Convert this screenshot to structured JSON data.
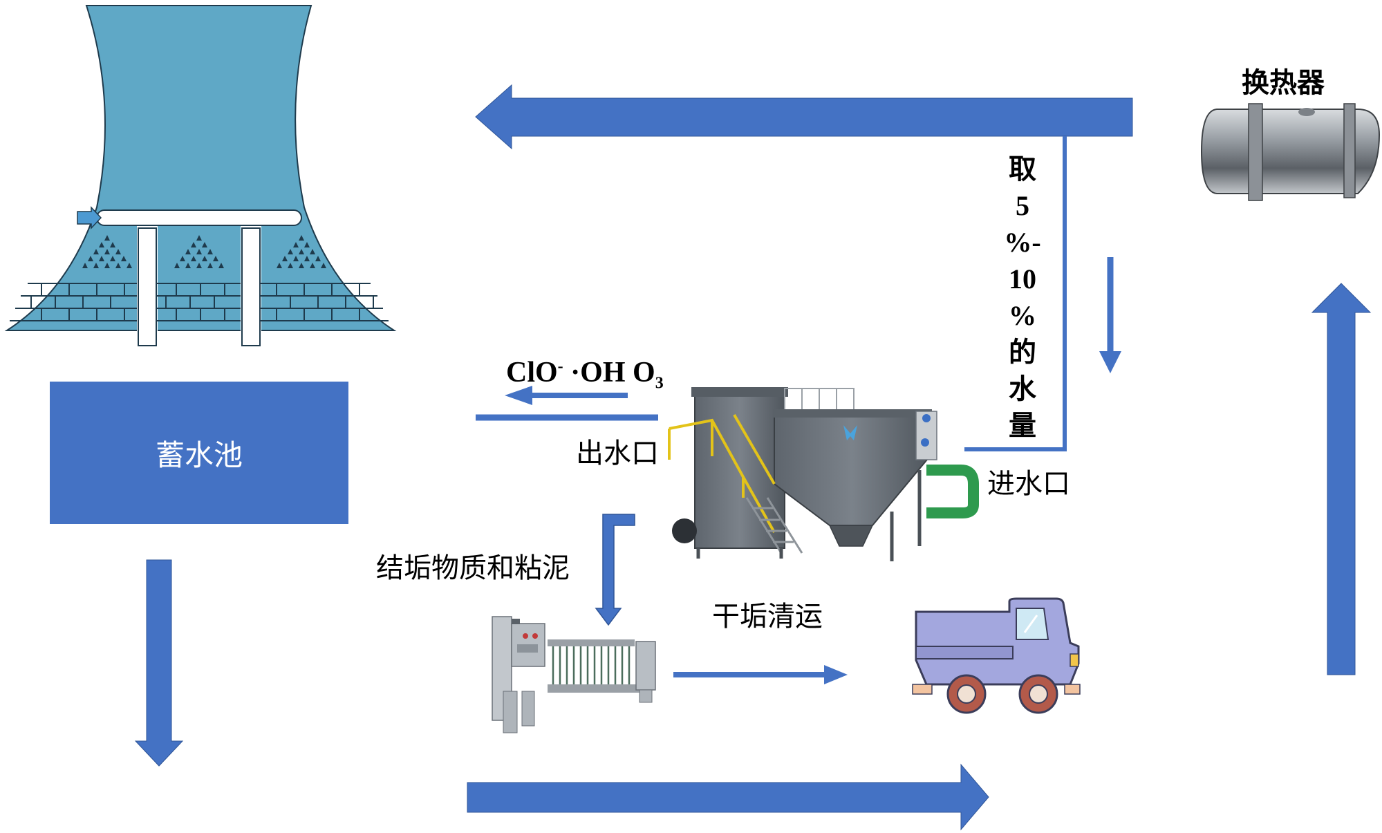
{
  "diagram": {
    "heat_exchanger_label": "换热器",
    "storage_pool_label": "蓄水池",
    "side_stream_label": [
      "取",
      "5",
      "%-",
      "10",
      "%",
      "的",
      "水",
      "量"
    ],
    "oxidants": {
      "clo": "ClO",
      "clo_sup": "-",
      "oh": "·OH",
      "o3": "O",
      "o3_sub": "3"
    },
    "outlet_label": "出水口",
    "inlet_label": "进水口",
    "sludge_label": "结垢物质和粘泥",
    "haul_label": "干垢清运",
    "colors": {
      "arrow_blue": "#4472c4",
      "tower_water": "#5fa8c6",
      "tower_lines": "#1e3a4c",
      "equipment_gray": "#6d747c",
      "truck_body": "#a3a7de",
      "truck_wheel": "#b35a4a"
    }
  }
}
